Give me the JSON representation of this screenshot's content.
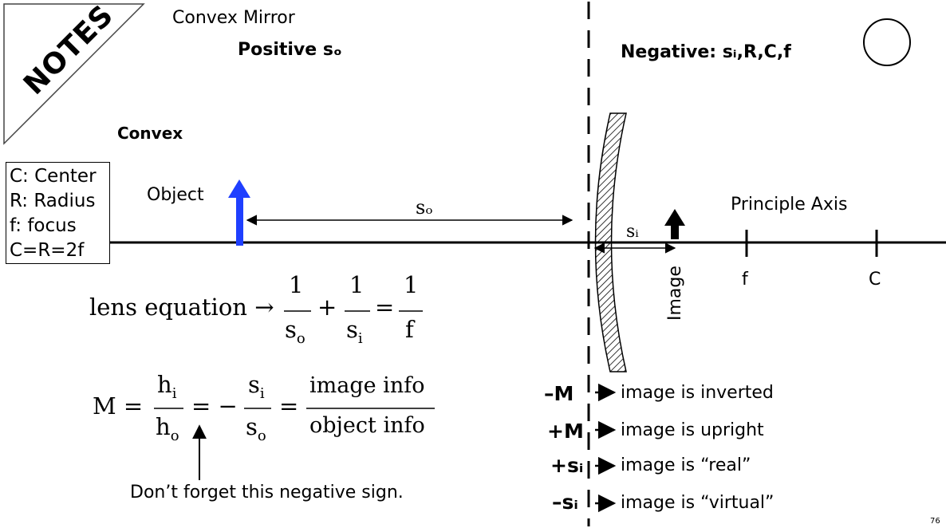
{
  "notes_label": "NOTES",
  "title": "Convex Mirror",
  "positive_label": "Positive sₒ",
  "negative_label": "Negative: sᵢ,R,C,f",
  "convex_label": "Convex",
  "legend": [
    "C: Center",
    "R: Radius",
    "f: focus",
    "C=R=2f"
  ],
  "object_label": "Object",
  "so_label": "sₒ",
  "si_label": "sᵢ",
  "principal_axis_label": "Principle Axis",
  "image_label": "Image",
  "f_label": "f",
  "c_label": "C",
  "lens_equation": {
    "prefix": "lens equation →",
    "term1_num": "1",
    "term1_den_base": "s",
    "term1_den_sub": "o",
    "plus": "+",
    "term2_num": "1",
    "term2_den_base": "s",
    "term2_den_sub": "i",
    "equals": "=",
    "term3_num": "1",
    "term3_den": "f"
  },
  "magnification": {
    "lhs": "M =",
    "frac1_num_base": "h",
    "frac1_num_sub": "i",
    "frac1_den_base": "h",
    "frac1_den_sub": "o",
    "eq1": "= −",
    "frac2_num_base": "s",
    "frac2_num_sub": "i",
    "frac2_den_base": "s",
    "frac2_den_sub": "o",
    "eq2": "=",
    "frac3_num": "image info",
    "frac3_den": "object info"
  },
  "reminder": "Don’t forget this negative sign.",
  "rules": [
    {
      "symbol": "–M",
      "text": "image is inverted"
    },
    {
      "symbol": "+M",
      "text": "image is upright"
    },
    {
      "symbol": "+sᵢ",
      "text": "image is “real”"
    },
    {
      "symbol": "–sᵢ",
      "text": "image is “virtual”"
    }
  ],
  "page_number": "76",
  "colors": {
    "object_arrow": "#1f3fff",
    "ink": "#000000"
  }
}
